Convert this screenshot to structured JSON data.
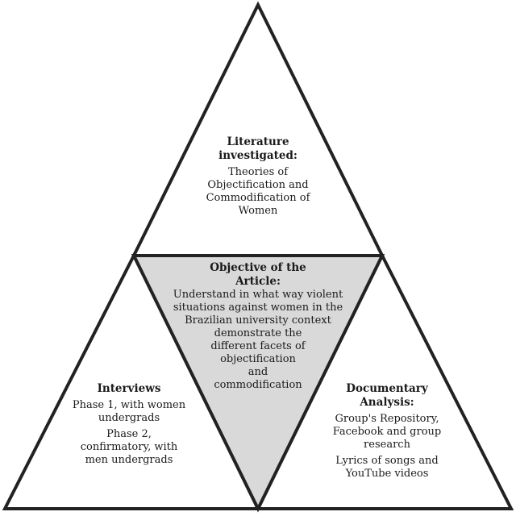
{
  "diagram": {
    "colors": {
      "stroke": "#222222",
      "center_fill": "#d9d9d9",
      "outer_fill": "#ffffff"
    },
    "top": {
      "title_lines": [
        "Literature",
        "investigated:"
      ],
      "body_lines": [
        "Theories of",
        "Objectification and",
        "Commodification of",
        "Women"
      ]
    },
    "center": {
      "title_lines": [
        "Objective of the",
        "Article:"
      ],
      "body_lines": [
        "Understand in what way violent",
        "situations against women in the",
        "Brazilian university context",
        "demonstrate the",
        "different facets of",
        "objectification",
        "and",
        "commodification"
      ]
    },
    "left": {
      "title": "Interviews",
      "phase1_lines": [
        "Phase 1, with women",
        "undergrads"
      ],
      "phase2_lines": [
        "Phase 2,",
        "confirmatory, with",
        "men undergrads"
      ]
    },
    "right": {
      "title_lines": [
        "Documentary",
        "Analysis:"
      ],
      "para1_lines": [
        "Group's Repository,",
        "Facebook and group",
        "research"
      ],
      "para2_lines": [
        "Lyrics of songs and",
        "YouTube videos"
      ]
    }
  }
}
